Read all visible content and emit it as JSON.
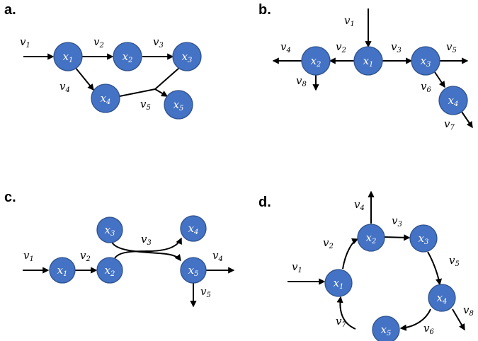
{
  "panels": [
    {
      "label": "a.",
      "nodes": [
        {
          "base": "x",
          "sub": "1"
        },
        {
          "base": "x",
          "sub": "2"
        },
        {
          "base": "x",
          "sub": "3"
        },
        {
          "base": "x",
          "sub": "4"
        },
        {
          "base": "x",
          "sub": "5"
        }
      ],
      "edges": [
        {
          "base": "v",
          "sub": "1"
        },
        {
          "base": "v",
          "sub": "2"
        },
        {
          "base": "v",
          "sub": "3"
        },
        {
          "base": "v",
          "sub": "4"
        },
        {
          "base": "v",
          "sub": "5"
        }
      ]
    },
    {
      "label": "b.",
      "nodes": [
        {
          "base": "x",
          "sub": "1"
        },
        {
          "base": "x",
          "sub": "2"
        },
        {
          "base": "x",
          "sub": "3"
        },
        {
          "base": "x",
          "sub": "4"
        }
      ],
      "edges": [
        {
          "base": "v",
          "sub": "1"
        },
        {
          "base": "v",
          "sub": "2"
        },
        {
          "base": "v",
          "sub": "3"
        },
        {
          "base": "v",
          "sub": "4"
        },
        {
          "base": "v",
          "sub": "5"
        },
        {
          "base": "v",
          "sub": "6"
        },
        {
          "base": "v",
          "sub": "7"
        },
        {
          "base": "v",
          "sub": "8"
        }
      ]
    },
    {
      "label": "c.",
      "nodes": [
        {
          "base": "x",
          "sub": "1"
        },
        {
          "base": "x",
          "sub": "2"
        },
        {
          "base": "x",
          "sub": "3"
        },
        {
          "base": "x",
          "sub": "4"
        },
        {
          "base": "x",
          "sub": "5"
        }
      ],
      "edges": [
        {
          "base": "v",
          "sub": "1"
        },
        {
          "base": "v",
          "sub": "2"
        },
        {
          "base": "v",
          "sub": "3"
        },
        {
          "base": "v",
          "sub": "4"
        },
        {
          "base": "v",
          "sub": "5"
        }
      ]
    },
    {
      "label": "d.",
      "nodes": [
        {
          "base": "x",
          "sub": "1"
        },
        {
          "base": "x",
          "sub": "2"
        },
        {
          "base": "x",
          "sub": "3"
        },
        {
          "base": "x",
          "sub": "4"
        },
        {
          "base": "x",
          "sub": "5"
        }
      ],
      "edges": [
        {
          "base": "v",
          "sub": "1"
        },
        {
          "base": "v",
          "sub": "2"
        },
        {
          "base": "v",
          "sub": "3"
        },
        {
          "base": "v",
          "sub": "4"
        },
        {
          "base": "v",
          "sub": "5"
        },
        {
          "base": "v",
          "sub": "6"
        },
        {
          "base": "v",
          "sub": "7"
        },
        {
          "base": "v",
          "sub": "8"
        }
      ]
    }
  ],
  "colors": {
    "node_fill": "#4472c4",
    "node_stroke": "#2f528f",
    "edge": "#000000"
  }
}
